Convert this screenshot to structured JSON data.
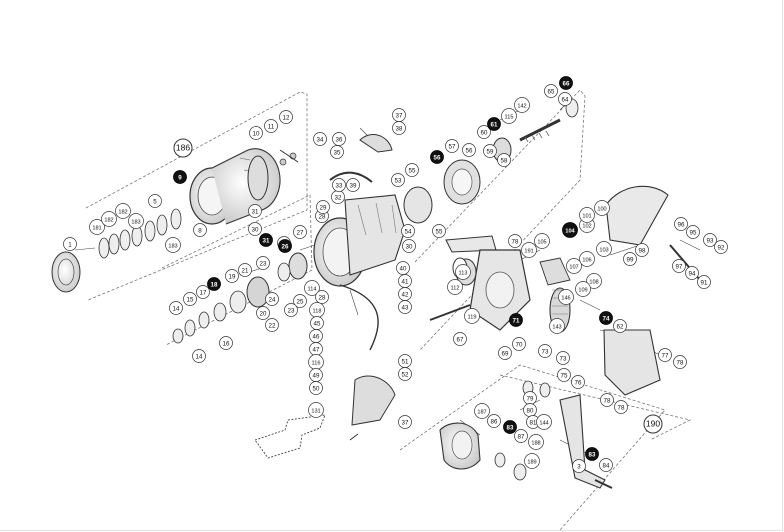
{
  "callouts": {
    "plain": [
      "1",
      "5",
      "10",
      "11",
      "12",
      "34",
      "36",
      "37",
      "38",
      "35",
      "55",
      "53",
      "59",
      "58",
      "60",
      "56",
      "57",
      "65",
      "64",
      "142",
      "115",
      "183",
      "181",
      "182",
      "182",
      "183",
      "8",
      "30",
      "28",
      "29",
      "32",
      "31",
      "26",
      "27",
      "33",
      "39",
      "30",
      "54",
      "55",
      "78",
      "105",
      "191",
      "102",
      "101",
      "100",
      "103",
      "106",
      "107",
      "108",
      "146",
      "109",
      "96",
      "95",
      "93",
      "92",
      "97",
      "94",
      "91",
      "98",
      "99",
      "23",
      "21",
      "19",
      "17",
      "15",
      "14",
      "14",
      "16",
      "22",
      "20",
      "24",
      "25",
      "23",
      "114",
      "28",
      "118",
      "40",
      "41",
      "42",
      "43",
      "45",
      "46",
      "47",
      "116",
      "49",
      "50",
      "113",
      "112",
      "119",
      "67",
      "70",
      "69",
      "143",
      "73",
      "73",
      "62",
      "77",
      "78",
      "75",
      "76",
      "78",
      "78",
      "51",
      "52",
      "37",
      "131",
      "79",
      "80",
      "81",
      "144",
      "187",
      "86",
      "87",
      "188",
      "189",
      "84",
      "3"
    ],
    "circled": [
      "186",
      "190"
    ],
    "filled": [
      "9",
      "18",
      "31",
      "26",
      "56",
      "61",
      "66",
      "104",
      "71",
      "74",
      "83",
      "83"
    ]
  },
  "colors": {
    "line": "#2b2b2b",
    "part": "#bfbfbf",
    "fill": "#ececec",
    "badge": "#111111",
    "dashed": "#777777"
  }
}
